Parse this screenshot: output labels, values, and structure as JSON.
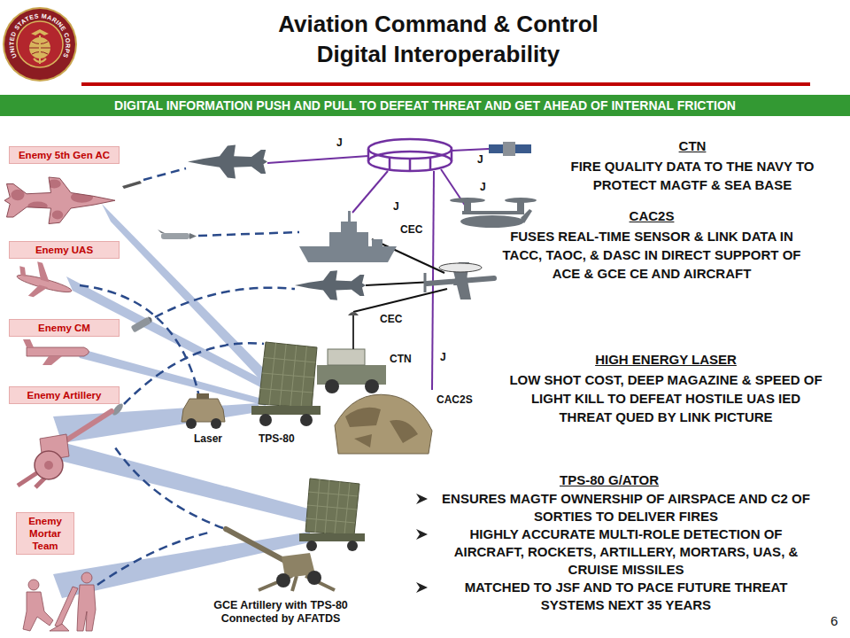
{
  "diagram": {
    "title": "Aviation Command & Control Digital Interoperability",
    "nodes": [
      {
        "text": [
          "DIGITAL INFORMATION PUSH AND PULL TO DEFEAT THREAT AND GET AHEAD OF INTERNAL FRICTION"
        ]
      },
      {
        "text": [
          "Enemy 5th Gen AC"
        ]
      },
      {
        "text": [
          "Enemy UAS"
        ]
      },
      {
        "text": [
          "Enemy CM"
        ]
      },
      {
        "text": [
          "Enemy Artillery"
        ]
      },
      {
        "text": [
          "Enemy Mortar Team"
        ]
      }
    ],
    "labels": [
      "UNITED STATES MARINE CORPS",
      "J",
      "J",
      "J",
      "J",
      "CEC",
      "CEC",
      "CTN",
      "J",
      "CAC2S",
      "Laser",
      "TPS-80",
      "GCE Artillery with TPS-80 Connected by AFATDS",
      "CTN",
      "FIRE QUALITY DATA TO THE NAVY TO PROTECT MAGTF & SEA BASE",
      "CAC2S",
      "FUSES REAL-TIME SENSOR & LINK DATA IN TACC, TAOC, & DASC IN DIRECT SUPPORT OF ACE & GCE CE AND AIRCRAFT",
      "HIGH ENERGY LASER",
      "LOW SHOT COST, DEEP MAGAZINE & SPEED OF LIGHT KILL TO DEFEAT HOSTILE UAS IED THREAT QUED BY LINK PICTURE",
      "TPS-80 G/ATOR",
      "ENSURES MAGTF OWNERSHIP OF AIRSPACE AND C2 OF SORTIES TO DELIVER FIRES",
      "HIGHLY ACCURATE MULTI-ROLE DETECTION OF AIRCRAFT, ROCKETS, ARTILLERY, MORTARS, UAS, & CRUISE MISSILES",
      "MATCHED TO JSF AND TO PACE FUTURE THREAT SYSTEMS NEXT 35 YEARS",
      "6"
    ]
  }
}
